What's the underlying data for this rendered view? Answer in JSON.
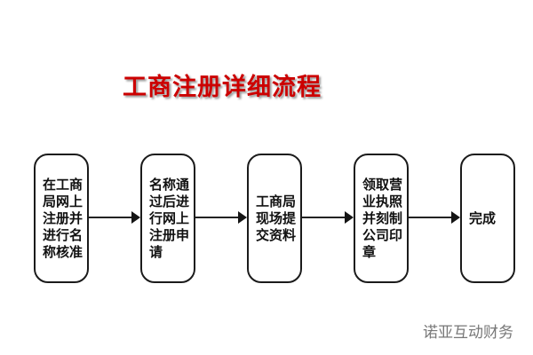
{
  "page": {
    "background_color": "#ffffff"
  },
  "title": {
    "text": "工商注册详细流程",
    "color": "#cc0000"
  },
  "flow": {
    "connector_color": "#222222",
    "steps": [
      {
        "label": "在工商\n局网上\n注册并\n进行名\n称核准"
      },
      {
        "label": "名称通\n过后进\n行网上\n注册申\n请"
      },
      {
        "label": "工商局\n现场提\n交资料"
      },
      {
        "label": "领取营\n业执照\n并刻制\n公司印\n章"
      },
      {
        "label": "完成"
      }
    ]
  },
  "footer": {
    "brand": "诺亚互动财务",
    "color": "#777777"
  }
}
